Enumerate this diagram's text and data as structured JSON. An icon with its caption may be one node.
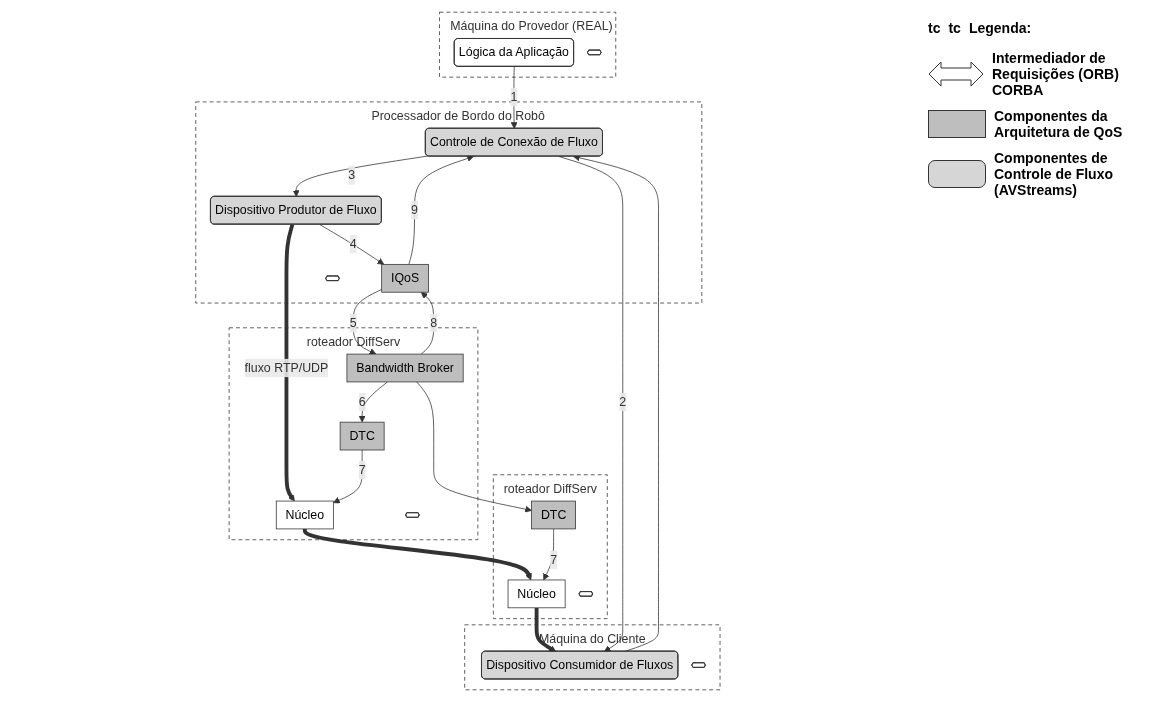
{
  "diagram": {
    "nodes": [
      {
        "text": [
          "Processador de Bordo do Robô"
        ]
      },
      {
        "text": [
          "Controle de Conexão de Fluxo"
        ],
        "in": 0
      },
      {
        "text": [
          "Dispositivo Produtor de Fluxo"
        ],
        "in": 0
      },
      {
        "text": [
          "IQoS"
        ],
        "in": 0
      },
      {
        "text": [],
        "shape": "arrow",
        "in": 0
      },
      {
        "text": [
          "roteador DiffServ"
        ]
      },
      {
        "text": [
          "Núcleo"
        ],
        "in": 5
      },
      {
        "text": [
          "DTC"
        ],
        "in": 5
      },
      {
        "text": [
          "Bandwidth Broker"
        ],
        "in": 5
      },
      {
        "text": [],
        "shape": "arrow",
        "in": 5
      },
      {
        "text": [
          "roteador DiffServ"
        ]
      },
      {
        "text": [
          "Núcleo"
        ],
        "in": 10
      },
      {
        "text": [
          "DTC"
        ],
        "in": 10
      },
      {
        "text": [],
        "shape": "arrow",
        "in": 10
      },
      {
        "text": [
          "Máquina do Cliente"
        ]
      },
      {
        "text": [
          "Dispositivo Consumidor de Fluxos"
        ],
        "in": 14
      },
      {
        "text": [],
        "shape": "arrow",
        "in": 14
      },
      {
        "text": [
          "Máquina do Provedor (REAL)"
        ]
      },
      {
        "text": [
          "Lógica da Aplicação"
        ],
        "in": 17
      },
      {
        "text": [],
        "shape": "arrow",
        "in": 17
      }
    ],
    "edges": [
      {
        "from": 2,
        "to": 6,
        "arrow": "to",
        "label": "fluxo RTP/UDP",
        "style": "thick"
      },
      {
        "from": 6,
        "to": 11,
        "arrow": "to",
        "style": "thick"
      },
      {
        "from": 11,
        "to": 15,
        "arrow": "to",
        "style": "thick"
      },
      {
        "from": 18,
        "to": 1,
        "arrow": "to",
        "label": "1"
      },
      {
        "from": 1,
        "to": 15,
        "arrow": "to",
        "label": "2"
      },
      {
        "from": 15,
        "to": 1,
        "arrow": "to"
      },
      {
        "from": 1,
        "to": 2,
        "arrow": "to",
        "label": "3"
      },
      {
        "from": 2,
        "to": 3,
        "arrow": "to",
        "label": "4"
      },
      {
        "from": 3,
        "to": 8,
        "arrow": "to",
        "label": "5"
      },
      {
        "from": 8,
        "to": 7,
        "arrow": "to",
        "label": "6"
      },
      {
        "from": 8,
        "to": 12,
        "arrow": "to"
      },
      {
        "from": 7,
        "to": 6,
        "arrow": "to",
        "label": "7"
      },
      {
        "from": 12,
        "to": 11,
        "arrow": "to",
        "label": "7"
      },
      {
        "from": 8,
        "to": 3,
        "arrow": "to",
        "label": "8"
      },
      {
        "from": 3,
        "to": 1,
        "arrow": "to",
        "label": "9"
      }
    ],
    "labels": [
      "tc",
      "tc",
      "Legenda:"
    ],
    "legend": [
      {
        "text": "Intermediador de Requisições (ORB) CORBA"
      },
      {
        "text": "Componentes da Arquitetura de QoS",
        "color": "#bebebe"
      },
      {
        "text": "Componentes de Controle de Fluxo (AVStreams)",
        "color": "#d6d6d6"
      }
    ]
  }
}
